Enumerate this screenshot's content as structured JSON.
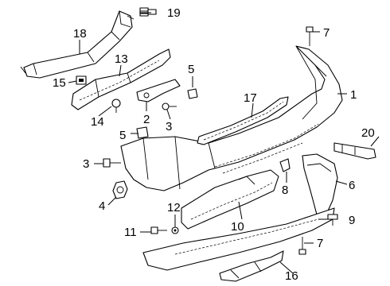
{
  "callouts": {
    "c1": "1",
    "c2": "2",
    "c3a": "3",
    "c3b": "3",
    "c4": "4",
    "c5a": "5",
    "c5b": "5",
    "c6": "6",
    "c7a": "7",
    "c7b": "7",
    "c8": "8",
    "c9": "9",
    "c10": "10",
    "c11": "11",
    "c12": "12",
    "c13": "13",
    "c14": "14",
    "c15": "15",
    "c16": "16",
    "c17": "17",
    "c18": "18",
    "c19": "19",
    "c20": "20"
  }
}
